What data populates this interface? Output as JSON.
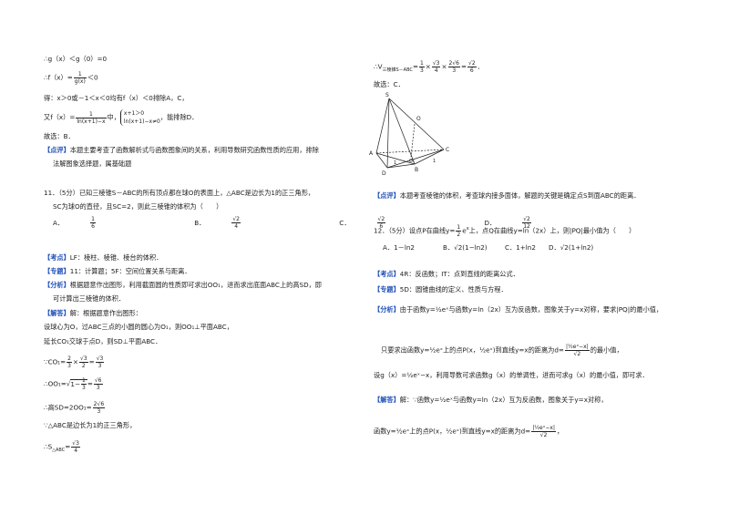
{
  "left": {
    "l1": "∴g（x）＜g（0）=0",
    "l2_pre": "∴f（x）=",
    "l2_num": "1",
    "l2_den": "g(x)",
    "l2_post": "＜0",
    "l3": "得：x＞0或－1＜x＜0均有f（x）＜0排除A，C，",
    "l4_pre": "又f（x）=",
    "l4_num": "1",
    "l4_den": "ln(x+1)−x",
    "l4_mid": "中，",
    "l4_b1": "x+1＞0",
    "l4_b2": "ln(x+1)−x≠0",
    "l4_post": "，能排除D．",
    "l5": "故选：B．",
    "review_tag": "【点评】",
    "review_text1": "本题主要考查了函数解析式与函数图象间的关系，利用导数研究函数性质的应用，排除",
    "review_text2": "法解图象选择题，属基础题",
    "q11_1": "11．（5分）已知三棱锥S－ABC的所有顶点都在球O的表面上，△ABC是边长为1的正三角形，",
    "q11_2": "SC为球O的直径，且SC=2，则此三棱锥的体积为（　　）",
    "q11_opts": [
      {
        "label": "A．",
        "num": "1",
        "den": "6"
      },
      {
        "label": "B．",
        "num": "√2",
        "den": "4"
      },
      {
        "label": "C．",
        "num": "√2",
        "den": "6"
      },
      {
        "label": "D．",
        "num": "√2",
        "den": "12"
      }
    ],
    "kd_tag": "【考点】",
    "kd_text": "LF：棱柱、棱锥、棱台的体积．",
    "zt_tag": "【专题】",
    "zt_text": "11：计算题；5F：空间位置关系与距离．",
    "fx_tag": "【分析】",
    "fx_text1": "根据题意作出图形，利用截面圆的性质即可求出OO₁，进而求出底面ABC上的高SD，即",
    "fx_text2": "可计算出三棱锥的体积．",
    "jd_tag": "【解答】",
    "jd_text": "解：根据题意作出图形：",
    "s1": "设球心为O，过ABC三点的小圆的圆心为O₁，则OO₁⊥平面ABC，",
    "s2": "延长CO₁交球于点D，则SD⊥平面ABC．",
    "s3_pre": "∵CO₁=",
    "s3_a": "2",
    "s3_b": "3",
    "s3_c": "√3",
    "s3_d": "2",
    "s3_e": "√3",
    "s3_f": "3",
    "s4_pre": "∴OO₁=",
    "s4_in": "1−",
    "s4_n": "1",
    "s4_d": "3",
    "s4_eq": "=",
    "s4_rn": "√6",
    "s4_rd": "3",
    "s5_pre": "∴高SD=2OO₁=",
    "s5_n": "2√6",
    "s5_d": "3",
    "s6": "∵△ABC是边长为1的正三角形，",
    "s7_pre": "∴S",
    "s7_sub": "△ABC",
    "s7_eq": "=",
    "s7_n": "√3",
    "s7_d": "4"
  },
  "right": {
    "v_pre": "∴V",
    "v_sub": "三棱锥S－ABC",
    "v_eq": "=",
    "v_a": "1",
    "v_b": "3",
    "v_c": "√3",
    "v_d": "4",
    "v_e": "2√6",
    "v_f": "3",
    "v_g": "√2",
    "v_h": "6",
    "ans": "故选：C．",
    "fig_labels": {
      "S": "S",
      "O": "O",
      "A": "A",
      "B": "B",
      "C": "C",
      "D": "D",
      "O1": "O₁",
      "one1": "1",
      "one2": "1"
    },
    "review_tag": "【点评】",
    "review_text": "本题考查棱锥的体积，考查球内接多面体，解题的关键是确定点S到面ABC的距离．",
    "q12_pre": "12．（5分）设点P在曲线y=",
    "q12_n": "1",
    "q12_d": "2",
    "q12_exp": "e",
    "q12_x": "x",
    "q12_post": "上，点Q在曲线y=ln（2x）上，则|PQ|最小值为（　　）",
    "q12_opts": [
      "A．1－ln2",
      "B．√2(1−ln2)",
      "C．1+ln2",
      "D．√2(1+ln2)"
    ],
    "kd_tag": "【考点】",
    "kd_text": "4R：反函数；IT：点到直线的距离公式．",
    "zt_tag": "【专题】",
    "zt_text": "5D：圆锥曲线的定义、性质与方程．",
    "fx_tag": "【分析】",
    "fx_text1": "由于函数y=½eˣ与函数y=ln（2x）互为反函数，图象关于y=x对称，要求|PQ|的最小值，",
    "fx_text2_pre": "只要求出函数y=½eˣ上的点P(x，½eˣ)到直线y=x的距离为d=",
    "fx_text2_n": "|½eˣ−x|",
    "fx_text2_d": "√2",
    "fx_text2_post": "的最小值，",
    "fx_text3": "设g（x）=½eˣ−x，利用导数可求函数g（x）的单调性，进而可求g（x）的最小值，即可求．",
    "jd_tag": "【解答】",
    "jd_text": "解：∵函数y=½eˣ与函数y=ln（2x）互为反函数，图象关于y=x对称，",
    "jd2_pre": "函数y=½eˣ上的点P(x，½eˣ)到直线y=x的距离为d=",
    "jd2_n": "|½eˣ−x|",
    "jd2_d": "√2",
    "jd2_post": "，"
  },
  "colors": {
    "tag": "#1f4fb8",
    "text": "#222222"
  }
}
